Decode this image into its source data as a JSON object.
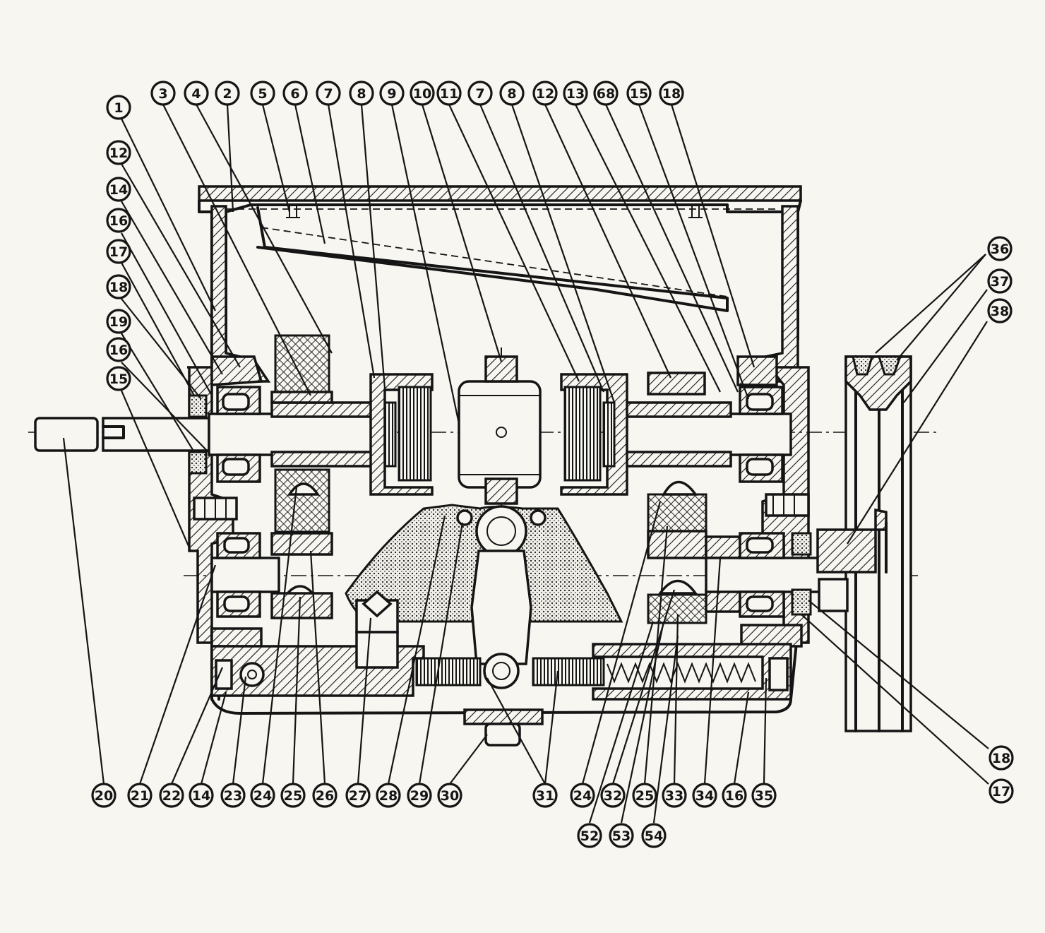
{
  "diagram": {
    "callouts_top": [
      "3",
      "4",
      "2",
      "5",
      "6",
      "7",
      "8",
      "9",
      "10",
      "11",
      "7",
      "8",
      "12",
      "13",
      "68",
      "15",
      "18"
    ],
    "callouts_left": [
      "1",
      "12",
      "14",
      "16",
      "17",
      "18",
      "19",
      "16",
      "15"
    ],
    "callouts_right": [
      "36",
      "37",
      "38"
    ],
    "callouts_bottom": [
      "20",
      "21",
      "22",
      "14",
      "23",
      "24",
      "25",
      "26",
      "27",
      "28",
      "29",
      "30",
      "31",
      "24",
      "32",
      "25",
      "33",
      "34",
      "16",
      "35"
    ],
    "callouts_bottom_row2": [
      "52",
      "53",
      "54"
    ],
    "callouts_lower_right": [
      "18",
      "17"
    ]
  }
}
